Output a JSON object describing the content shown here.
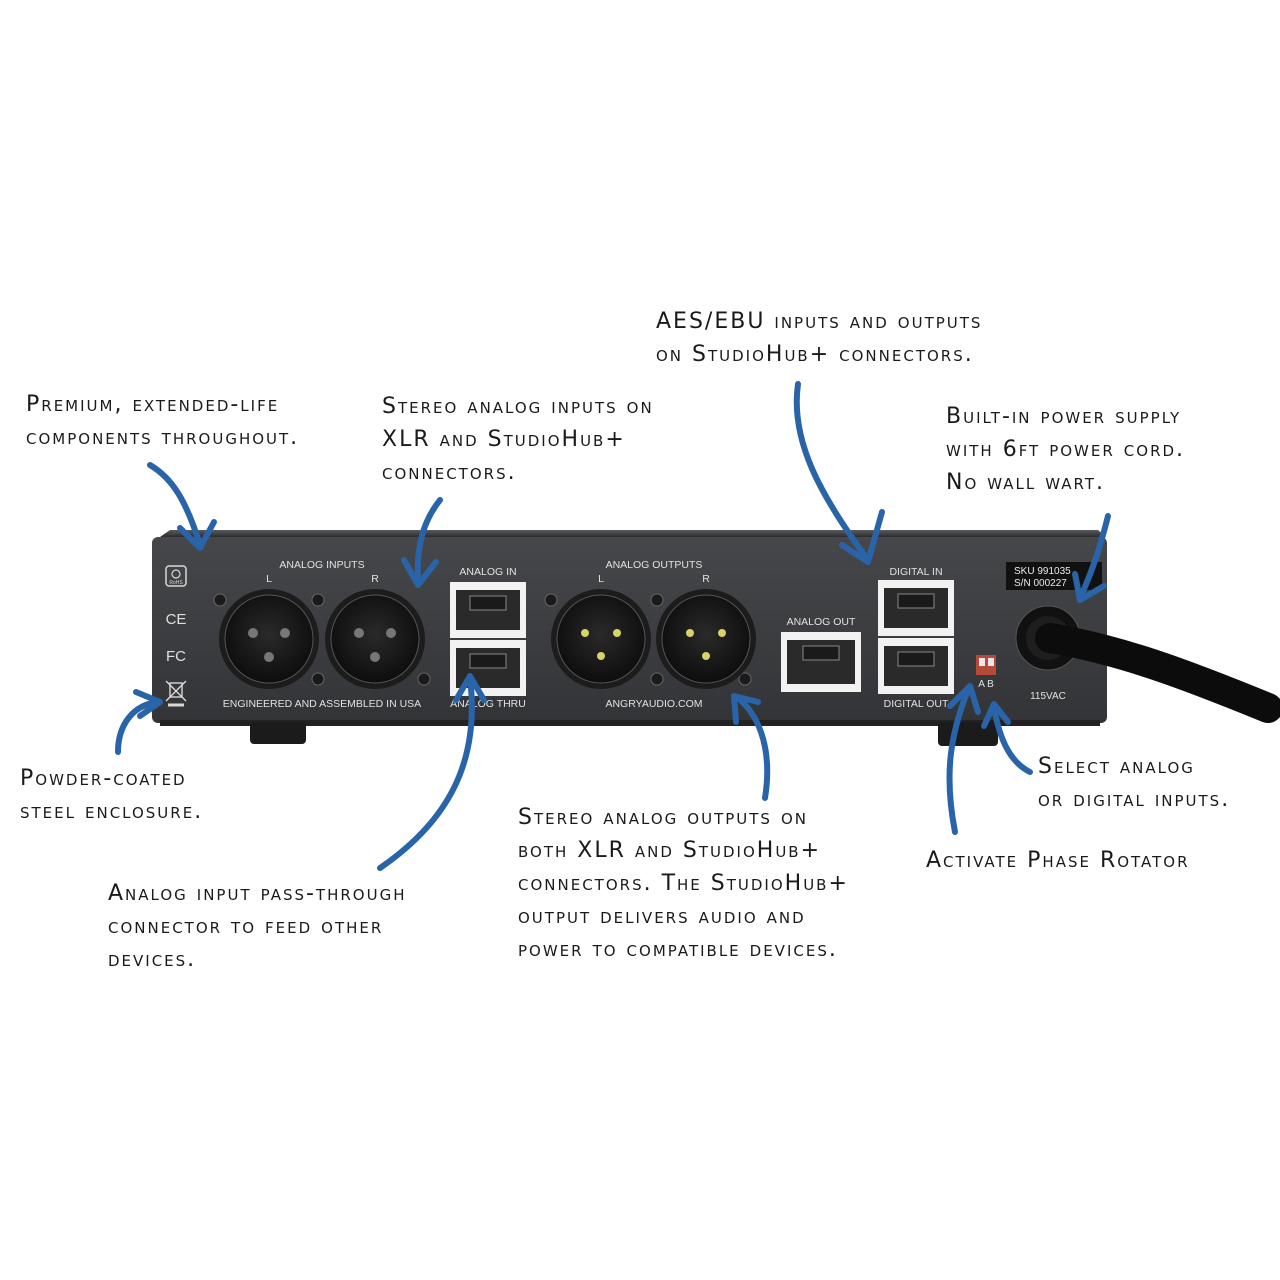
{
  "panel": {
    "analog_inputs_label": "ANALOG INPUTS",
    "analog_in_label": "ANALOG IN",
    "analog_outputs_label": "ANALOG OUTPUTS",
    "analog_out_label": "ANALOG OUT",
    "digital_in_label": "DIGITAL IN",
    "digital_out_label": "DIGITAL OUT",
    "analog_thru_label": "ANALOG THRU",
    "engineered_label": "ENGINEERED AND ASSEMBLED IN USA",
    "website_label": "ANGRYAUDIO.COM",
    "left_label": "L",
    "right_label": "R",
    "switch_label": "A B",
    "voltage_label": "115VAC",
    "sku_label": "SKU 991035",
    "sn_label": "S/N 000227",
    "rohs_label": "RoHS",
    "ce_label": "CE",
    "fc_label": "FC"
  },
  "annotations": {
    "premium": [
      "Premium, extended-life",
      "components throughout."
    ],
    "stereo_inputs": [
      "Stereo analog inputs on",
      "XLR and StudioHub+",
      "connectors."
    ],
    "aes_ebu": [
      "AES/EBU inputs and outputs",
      "on StudioHub+ connectors."
    ],
    "power_supply": [
      "Built-in power supply",
      "with 6ft power cord.",
      "No wall wart."
    ],
    "powder_coated": [
      "Powder-coated",
      "steel enclosure."
    ],
    "pass_through": [
      "Analog input pass-through",
      "connector to feed other",
      "devices."
    ],
    "stereo_outputs": [
      "Stereo analog outputs on",
      "both XLR and StudioHub+",
      "connectors. The StudioHub+",
      "output delivers audio and",
      "power to compatible devices."
    ],
    "select": [
      "Select analog",
      "or digital inputs."
    ],
    "phase": [
      "Activate Phase Rotator"
    ]
  },
  "colors": {
    "arrow": "#2a64a8",
    "panel": "#3a3b3d",
    "text": "#1a1a1a"
  }
}
